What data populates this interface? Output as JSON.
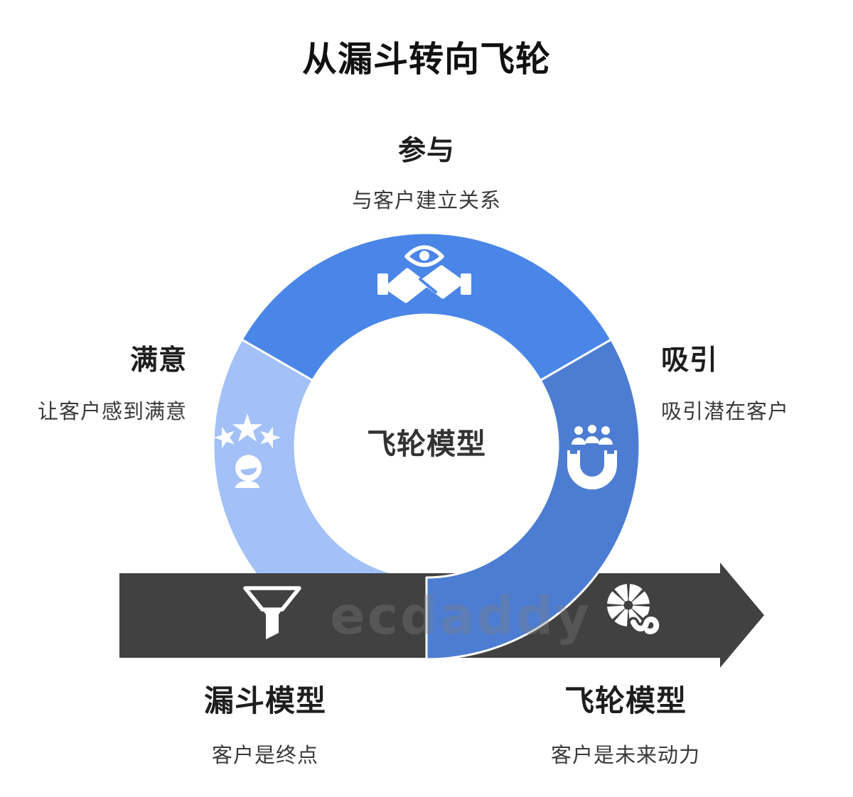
{
  "title": "从漏斗转向飞轮",
  "flywheel": {
    "center_label": "飞轮模型",
    "segments": [
      {
        "id": "engage",
        "label": "参与",
        "description": "与客户建立关系",
        "color": "#4a86e8",
        "icon": "eye-handshake-icon"
      },
      {
        "id": "delight",
        "label": "满意",
        "description": "让客户感到满意",
        "color": "#a3c1f7",
        "icon": "stars-smile-icon"
      },
      {
        "id": "attract",
        "label": "吸引",
        "description": "吸引潜在客户",
        "color": "#4d7dd2",
        "icon": "magnet-icon"
      }
    ]
  },
  "arrow_band": {
    "color": "#414141",
    "funnel_model": {
      "label": "漏斗模型",
      "description": "客户是终点",
      "icon": "funnel-icon"
    },
    "flywheel_model": {
      "label": "飞轮模型",
      "description": "客户是未来动力",
      "icon": "flywheel-icon"
    }
  },
  "watermark": {
    "text": "ecdaddy"
  }
}
